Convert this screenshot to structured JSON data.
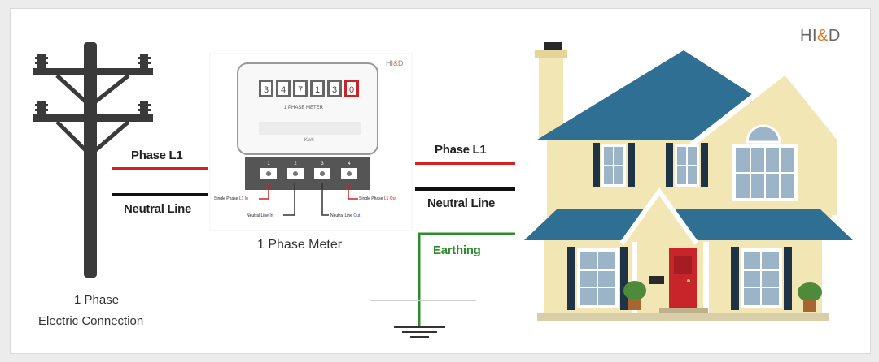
{
  "logo": {
    "left": "HI",
    "amp": "&",
    "right": "D"
  },
  "meter": {
    "digits": [
      "3",
      "4",
      "7",
      "1",
      "3",
      "0"
    ],
    "header_label": "1 PHASE METER",
    "display_label": "Kwh",
    "terminal_numbers": [
      "1",
      "2",
      "3",
      "4"
    ],
    "terminals": {
      "phase_in_prefix": "Single Phase",
      "phase_in_suffix": "L1 In",
      "neutral_in_prefix": "Neutral Line",
      "neutral_in_suffix": "In",
      "neutral_out_prefix": "Neutral Line",
      "neutral_out_suffix": "Out",
      "phase_out_prefix": "Single Phase",
      "phase_out_suffix": "L1 Out"
    },
    "caption": "1 Phase Meter",
    "logo": {
      "left": "HI",
      "amp": "&",
      "right": "D"
    }
  },
  "pole": {
    "caption_line1": "1 Phase",
    "caption_line2": "Electric Connection"
  },
  "left_wires": {
    "phase": "Phase L1",
    "neutral": "Neutral Line"
  },
  "right_wires": {
    "phase": "Phase L1",
    "neutral": "Neutral Line",
    "earthing": "Earthing"
  },
  "colors": {
    "phase": "#d42020",
    "neutral": "#111111",
    "earth": "#2e8b2e",
    "roof": "#2f6f93",
    "wall": "#f3e6b5",
    "door": "#c8252b",
    "trim": "#ffffff",
    "shutter": "#1f3347"
  }
}
